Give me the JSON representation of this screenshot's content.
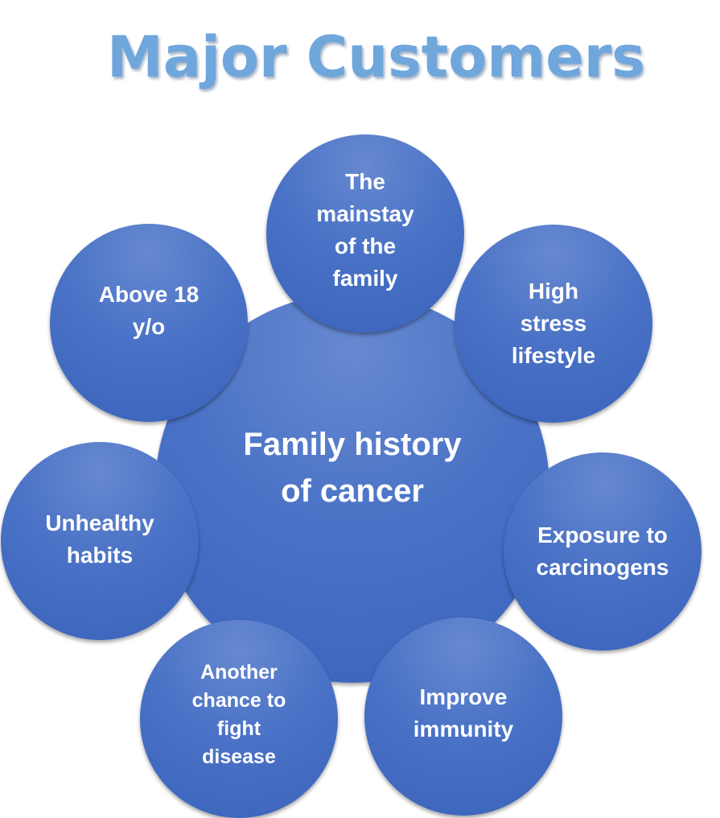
{
  "title": "Major Customers",
  "center": {
    "label": "Family history\nof cancer"
  },
  "satellites": [
    {
      "id": "mainstay",
      "label": "The\nmainstay\nof the\nfamily"
    },
    {
      "id": "stress",
      "label": "High\nstress\nlifestyle"
    },
    {
      "id": "carcinogens",
      "label": "Exposure to\ncarcinogens"
    },
    {
      "id": "immunity",
      "label": "Improve\nimmunity"
    },
    {
      "id": "chance",
      "label": "Another\nchance to\nfight\ndisease"
    },
    {
      "id": "habits",
      "label": "Unhealthy\nhabits"
    },
    {
      "id": "age",
      "label": "Above 18\ny/o"
    }
  ],
  "colors": {
    "title": "#6fa6dc",
    "circle_fill": "#4a72c6",
    "circle_text": "#ffffff"
  }
}
